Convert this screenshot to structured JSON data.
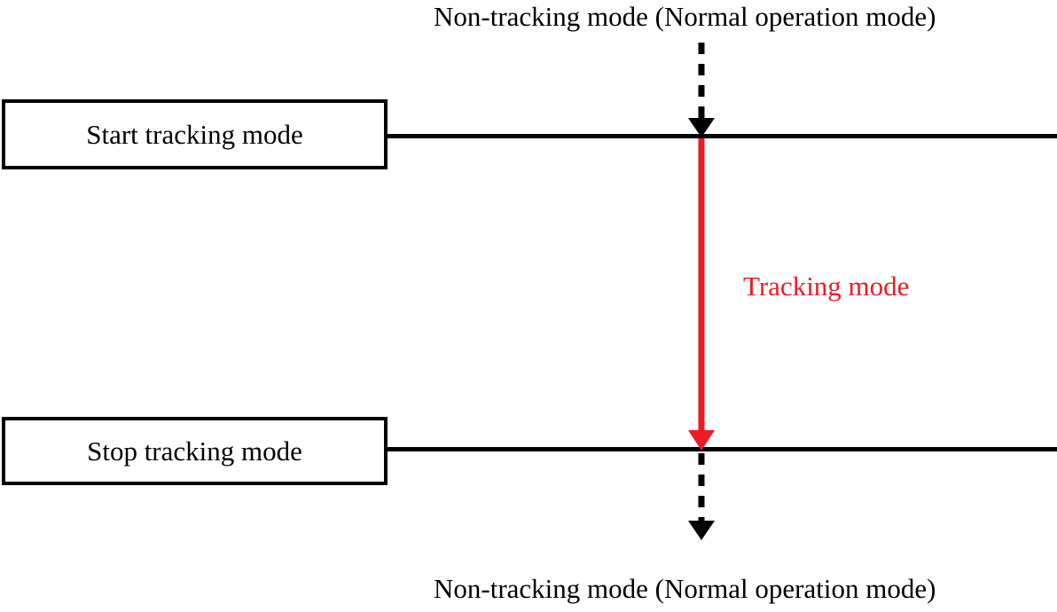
{
  "diagram": {
    "title_top": "Non-tracking mode (Normal operation mode)",
    "title_bottom": "Non-tracking mode (Normal operation mode)",
    "boxes": [
      {
        "id": "start",
        "label": "Start tracking mode"
      },
      {
        "id": "stop",
        "label": "Stop tracking mode"
      }
    ],
    "phase_label": "Tracking mode",
    "colors": {
      "tracking": "#ED1C24",
      "line": "#000000",
      "background": "#FFFFFF"
    },
    "arrows": [
      {
        "id": "enter-tracking",
        "style": "dashed",
        "color": "#000000",
        "direction": "down"
      },
      {
        "id": "tracking-span",
        "style": "solid",
        "color": "#ED1C24",
        "direction": "down"
      },
      {
        "id": "exit-tracking",
        "style": "dashed",
        "color": "#000000",
        "direction": "down"
      }
    ]
  }
}
